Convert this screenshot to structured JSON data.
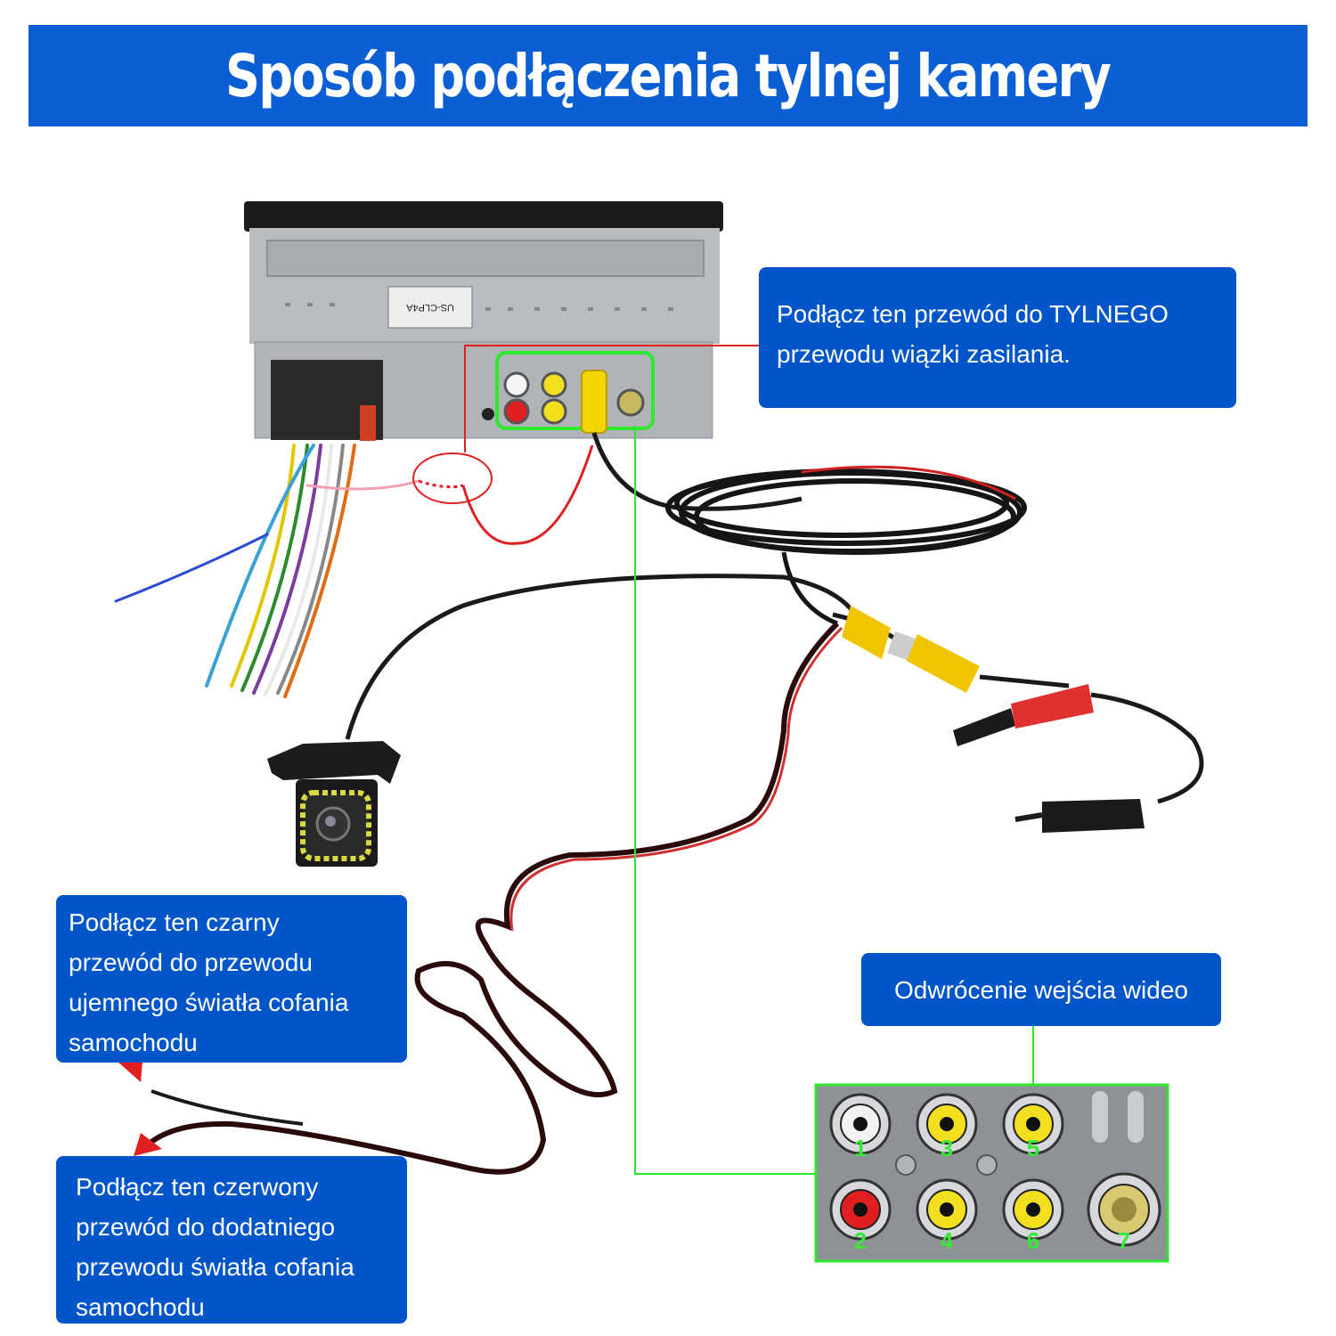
{
  "banner": {
    "title": "Sposób podłączenia tylnej kamery"
  },
  "callouts": {
    "rear_wire": " Podłącz ten przewód do TYLNEGO\nprzewodu wiązki zasilania.",
    "black_wire": " Podłącz ten czarny\nprzewód do przewodu\nujemnego światła cofania\nsamochodu",
    "red_wire": " Podłącz ten czerwony\nprzewód do dodatniego\nprzewodu światła cofania\nsamochodu",
    "video_input": "Odwrócenie wejścia wideo"
  },
  "radio_unit": {
    "label": "US-CLP4A"
  },
  "rca_panel": {
    "ports": [
      {
        "number": "1",
        "color": "#f2f2f2"
      },
      {
        "number": "2",
        "color": "#e02020"
      },
      {
        "number": "3",
        "color": "#f2e020"
      },
      {
        "number": "4",
        "color": "#f2e020"
      },
      {
        "number": "5",
        "color": "#f2e020"
      },
      {
        "number": "6",
        "color": "#f2e020"
      },
      {
        "number": "7",
        "color": "#d8c870"
      }
    ]
  },
  "colors": {
    "banner": "#0b5fd4",
    "callout": "#0055c8",
    "highlight_green": "#2ee82e",
    "leader_red": "#e02020"
  }
}
